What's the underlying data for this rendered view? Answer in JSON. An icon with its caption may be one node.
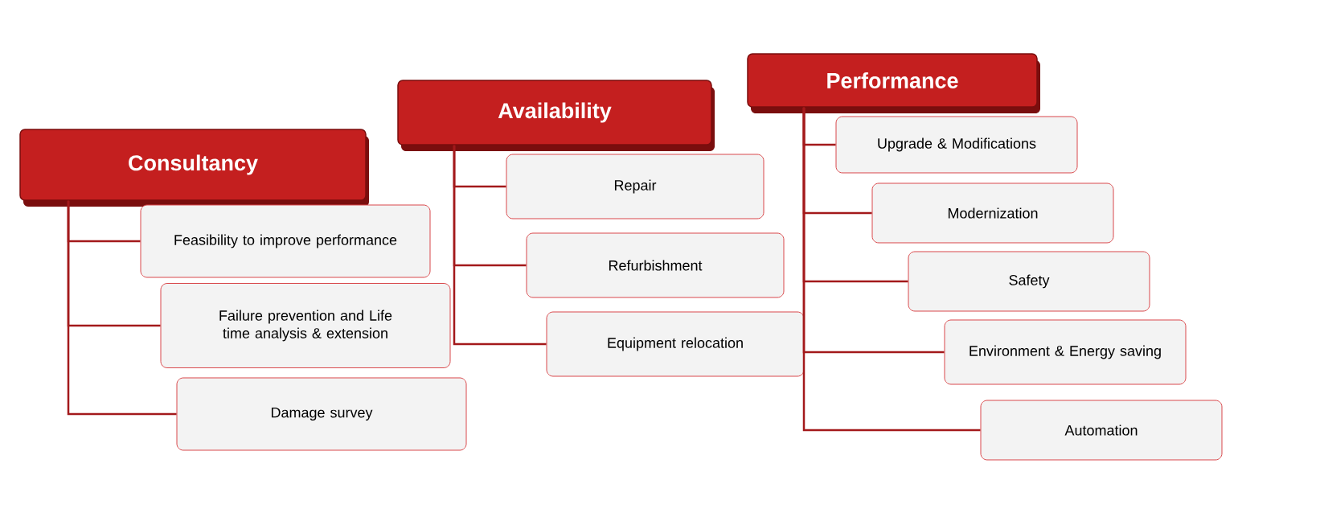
{
  "diagram": {
    "nodes": [
      {
        "text": [
          "Consultancy"
        ]
      },
      {
        "text": [
          "Feasibility to improve performance"
        ]
      },
      {
        "text": [
          "Failure prevention and Life time analysis & extension"
        ]
      },
      {
        "text": [
          "Damage survey"
        ]
      },
      {
        "text": [
          "Availability"
        ]
      },
      {
        "text": [
          "Repair"
        ]
      },
      {
        "text": [
          "Refurbishment"
        ]
      },
      {
        "text": [
          "Equipment relocation"
        ]
      },
      {
        "text": [
          "Performance"
        ]
      },
      {
        "text": [
          "Upgrade & Modifications"
        ]
      },
      {
        "text": [
          "Modernization"
        ]
      },
      {
        "text": [
          "Safety"
        ]
      },
      {
        "text": [
          "Environment & Energy saving"
        ]
      },
      {
        "text": [
          "Automation"
        ]
      }
    ],
    "edges": [
      {
        "from": 0,
        "to": 1,
        "arrow": "none"
      },
      {
        "from": 0,
        "to": 2,
        "arrow": "none"
      },
      {
        "from": 0,
        "to": 3,
        "arrow": "none"
      },
      {
        "from": 4,
        "to": 5,
        "arrow": "none"
      },
      {
        "from": 4,
        "to": 6,
        "arrow": "none"
      },
      {
        "from": 4,
        "to": 7,
        "arrow": "none"
      },
      {
        "from": 8,
        "to": 9,
        "arrow": "none"
      },
      {
        "from": 8,
        "to": 10,
        "arrow": "none"
      },
      {
        "from": 8,
        "to": 11,
        "arrow": "none"
      },
      {
        "from": 8,
        "to": 12,
        "arrow": "none"
      },
      {
        "from": 8,
        "to": 13,
        "arrow": "none"
      }
    ]
  }
}
